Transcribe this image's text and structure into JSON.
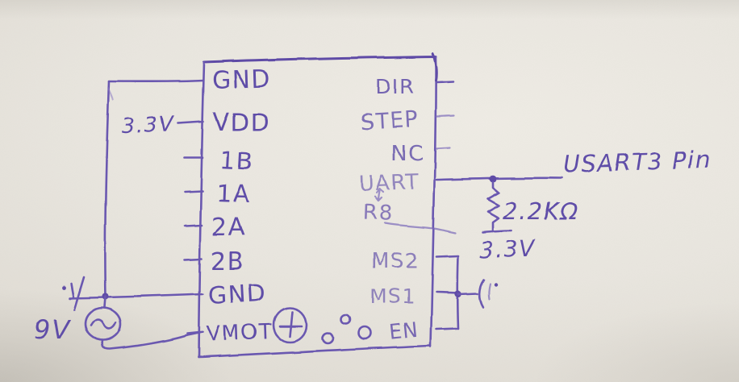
{
  "diagram": {
    "kind": "hand-drawn schematic",
    "ink_color": "#6b58b0",
    "paper_color": "#e9e6df"
  },
  "chip": {
    "left_pins": [
      "GND",
      "VDD",
      "1B",
      "1A",
      "2A",
      "2B",
      "GND",
      "VMOT"
    ],
    "right_pins": [
      "DIR",
      "STEP",
      "NC",
      "UART",
      "MS2",
      "MS1",
      "EN"
    ],
    "internal_note": "R8"
  },
  "annotations": {
    "logic_supply": "3.3V",
    "usart_pin": "USART3 Pin",
    "pullup_value": "2.2KΩ",
    "pullup_rail": "3.3V",
    "motor_supply": "9V"
  }
}
